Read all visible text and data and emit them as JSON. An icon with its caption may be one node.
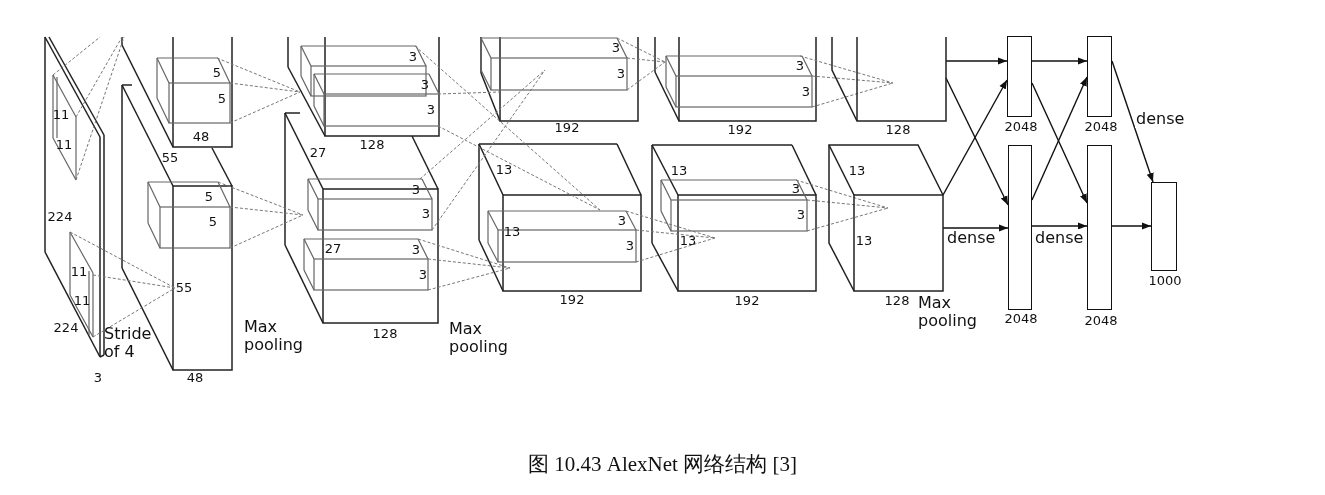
{
  "diagram": {
    "caption": "图 10.43 AlexNet 网络结构 [3]",
    "nodes": [
      {
        "text": [
          "128"
        ]
      },
      {
        "text": [
          "13",
          "13",
          "128"
        ],
        "beside": [
          "Max pooling"
        ]
      },
      {
        "text": [
          "2048"
        ]
      },
      {
        "text": [
          "2048"
        ]
      },
      {
        "text": [
          "2048"
        ]
      },
      {
        "text": [
          "2048"
        ]
      },
      {
        "text": [
          "1000"
        ]
      }
    ],
    "edges": [
      {
        "from": 0,
        "to": 2,
        "arrow": "to"
      },
      {
        "from": 0,
        "to": 3,
        "arrow": "to"
      },
      {
        "from": 1,
        "to": 2,
        "arrow": "to"
      },
      {
        "from": 1,
        "to": 3,
        "arrow": "to",
        "label": "dense"
      },
      {
        "from": 2,
        "to": 4,
        "arrow": "to"
      },
      {
        "from": 2,
        "to": 5,
        "arrow": "to"
      },
      {
        "from": 3,
        "to": 4,
        "arrow": "to"
      },
      {
        "from": 3,
        "to": 5,
        "arrow": "to",
        "label": "dense"
      },
      {
        "from": 4,
        "to": 6,
        "arrow": "to",
        "label": "dense"
      },
      {
        "from": 5,
        "to": 6,
        "arrow": "to"
      }
    ],
    "labels": [
      "11",
      "11",
      "224",
      "11",
      "11",
      "224",
      "Stride of 4",
      "3",
      "5",
      "5",
      "48",
      "55",
      "5",
      "5",
      "55",
      "48",
      "Max pooling",
      "3",
      "3",
      "3",
      "27",
      "128",
      "3",
      "3",
      "27",
      "3",
      "3",
      "128",
      "Max pooling",
      "3",
      "3",
      "192",
      "13",
      "13",
      "3",
      "3",
      "192",
      "3",
      "3",
      "192",
      "13",
      "3",
      "3",
      "13",
      "192"
    ]
  }
}
